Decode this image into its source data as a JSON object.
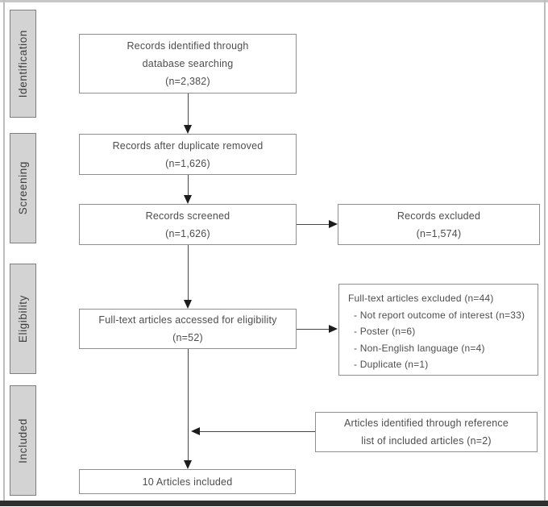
{
  "diagram_type": "prisma-flow-diagram",
  "colors": {
    "band_fill": "#d3d3d3",
    "band_border": "#7f7f7f",
    "box_border": "#8e8e8e",
    "text": "#4d4d4d",
    "arrow": "#1c1c1c",
    "frame_bottom": "#2f2f2f",
    "frame_sides": "#bdbdbd"
  },
  "sidebar": {
    "stages": [
      {
        "label": "Identification"
      },
      {
        "label": "Screening"
      },
      {
        "label": "Eligibility"
      },
      {
        "label": "Included"
      }
    ]
  },
  "flow": {
    "identified": {
      "lines": [
        "Records identified through",
        "database searching",
        "(n=2,382)"
      ]
    },
    "after_duplicates": {
      "lines": [
        "Records after duplicate removed",
        "(n=1,626)"
      ]
    },
    "screened": {
      "lines": [
        "Records screened",
        "(n=1,626)"
      ]
    },
    "records_excluded": {
      "lines": [
        "Records excluded",
        "(n=1,574)"
      ]
    },
    "fulltext_accessed": {
      "lines": [
        "Full-text articles accessed for eligibility",
        "(n=52)"
      ]
    },
    "fulltext_excluded": {
      "title": "Full-text articles excluded (n=44)",
      "reasons": [
        "- Not report outcome of interest (n=33)",
        "- Poster (n=6)",
        "- Non-English language (n=4)",
        "- Duplicate (n=1)"
      ]
    },
    "reference_articles": {
      "lines": [
        "Articles identified through reference",
        "list of included articles (n=2)"
      ]
    },
    "included": {
      "lines": [
        "10 Articles included"
      ]
    }
  }
}
